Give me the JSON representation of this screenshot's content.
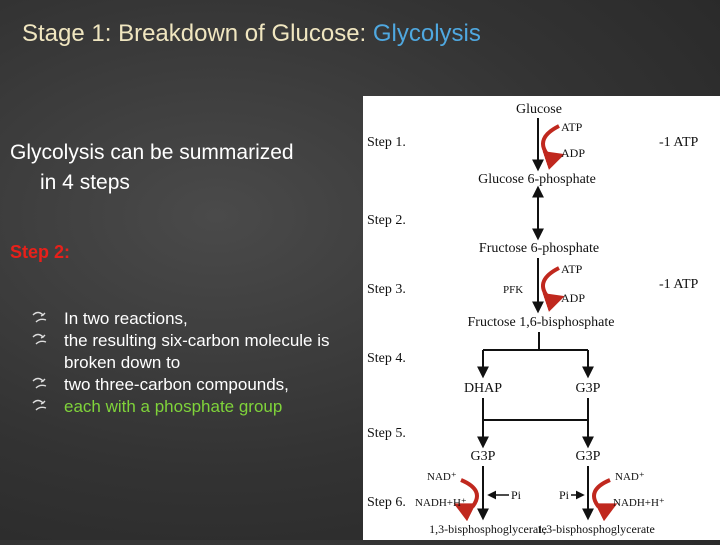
{
  "title": {
    "prefix": "Stage 1: Breakdown of Glucose: ",
    "highlight": "Glycolysis"
  },
  "summary": {
    "line1": "Glycolysis can be summarized",
    "line2": "in 4 steps"
  },
  "step_label": "Step 2:",
  "bullets": [
    {
      "text": "In two reactions,"
    },
    {
      "text": "the resulting six-carbon molecule is broken down to"
    },
    {
      "text": "two three-carbon compounds,"
    },
    {
      "text": " each with a phosphate group"
    }
  ],
  "colors": {
    "title": "#f0e6c0",
    "highlight": "#4fa8e0",
    "step_label": "#e8201a",
    "last_bullet": "#7fd33a",
    "arrow_red": "#c0281e"
  },
  "diagram": {
    "steps": [
      "Step 1.",
      "Step 2.",
      "Step 3.",
      "Step 4.",
      "Step 5.",
      "Step 6."
    ],
    "molecules": {
      "glucose": "Glucose",
      "g6p": "Glucose 6-phosphate",
      "f6p": "Fructose 6-phosphate",
      "f16bp": "Fructose 1,6-bisphosphate",
      "dhap": "DHAP",
      "g3p": "G3P",
      "bpg": "1,3-bisphosphoglycerate"
    },
    "cofactors": {
      "atp": "ATP",
      "adp": "ADP",
      "pfk": "PFK",
      "nad": "NAD⁺",
      "nadh": "NADH+H⁺",
      "pi": "Pi"
    },
    "atp_cost": "-1 ATP"
  }
}
